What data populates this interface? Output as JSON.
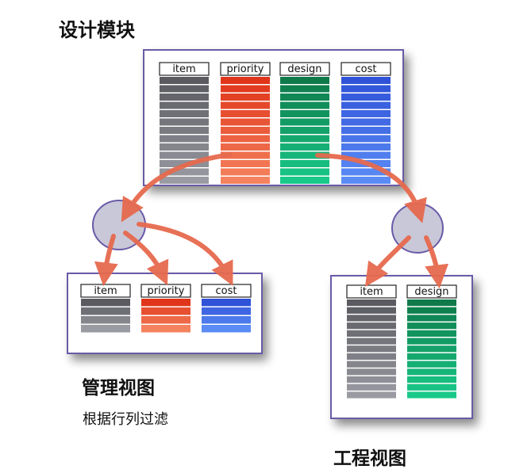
{
  "labels": {
    "design_module": "设计模块",
    "management_view": "管理视图",
    "filter_note": "根据行列过滤",
    "engineering_view": "工程视图"
  },
  "columns": {
    "item": "item",
    "priority": "priority",
    "design": "design",
    "cost": "cost"
  },
  "colors": {
    "item": [
      "#5a5a60",
      "#9a9aa2"
    ],
    "priority": [
      "#e0351a",
      "#f4825e"
    ],
    "design": [
      "#0e7a4a",
      "#19c98a"
    ],
    "cost": [
      "#2f52d8",
      "#5b8cf5"
    ],
    "frame": "#6a5aa8",
    "arrow": "#e66a4e",
    "node": "#c8c8d8"
  },
  "row_counts": {
    "design_module": 13,
    "management_view": 4,
    "engineering_view": 13
  }
}
